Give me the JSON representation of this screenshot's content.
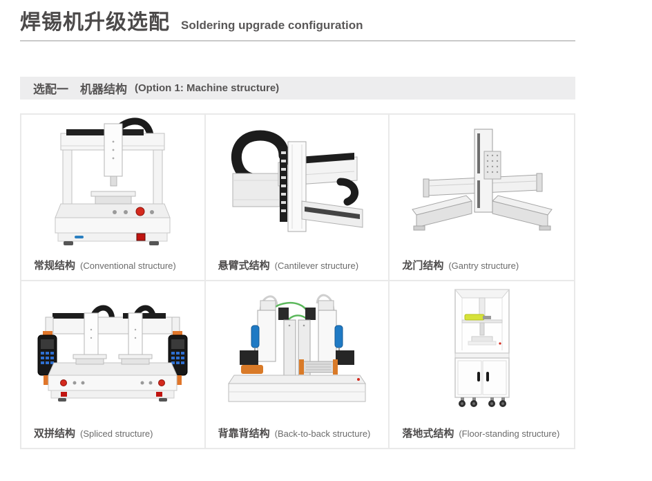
{
  "page": {
    "title_zh": "焊锡机升级选配",
    "title_en": "Soldering upgrade configuration"
  },
  "banner": {
    "option_zh": "选配一",
    "option_name_zh": "机器结构",
    "option_en": "(Option 1: Machine structure)"
  },
  "grid": {
    "items": [
      {
        "name_zh": "常规结构",
        "name_en": "(Conventional structure)",
        "image": "conventional-desktop-robot"
      },
      {
        "name_zh": "悬臂式结构",
        "name_en": "(Cantilever structure)",
        "image": "cantilever-axis-modules"
      },
      {
        "name_zh": "龙门结构",
        "name_en": "(Gantry structure)",
        "image": "gantry-dual-rail"
      },
      {
        "name_zh": "双拼结构",
        "name_en": "(Spliced structure)",
        "image": "spliced-dual-head-robot"
      },
      {
        "name_zh": "背靠背结构",
        "name_en": "(Back-to-back structure)",
        "image": "back-to-back-dual-station"
      },
      {
        "name_zh": "落地式结构",
        "name_en": "(Floor-standing structure)",
        "image": "floor-standing-cabinet"
      }
    ]
  },
  "colors": {
    "title_text": "#4c4a4a",
    "banner_bg": "#ededee",
    "grid_border": "#e9e9e9",
    "accent_red": "#d42a1e",
    "accent_blue": "#1f7ac4",
    "accent_orange": "#d97a28",
    "cable_black": "#1c1c1c"
  }
}
